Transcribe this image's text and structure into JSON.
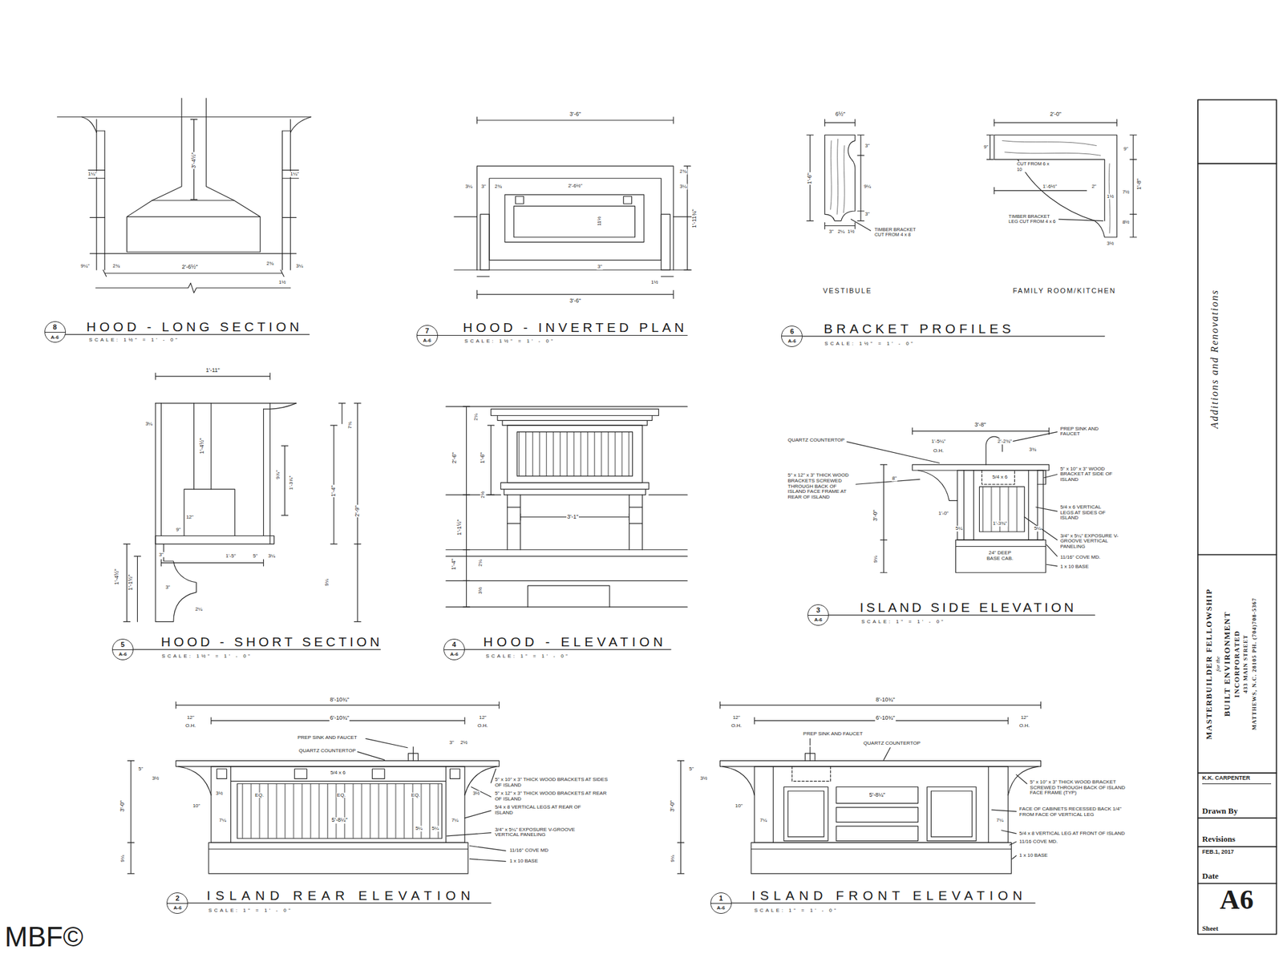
{
  "diagram": {
    "nodes": [
      {
        "text": [
          "8",
          "A-6"
        ]
      },
      {
        "text": [
          "7",
          "A-6"
        ]
      },
      {
        "text": [
          "6",
          "A-6"
        ]
      },
      {
        "text": [
          "5",
          "A-6"
        ]
      },
      {
        "text": [
          "4",
          "A-6"
        ]
      },
      {
        "text": [
          "3",
          "A-6"
        ]
      },
      {
        "text": [
          "2",
          "A-6"
        ]
      },
      {
        "text": [
          "1",
          "A-6"
        ]
      },
      {
        "text": [
          "Additions and Renovations"
        ]
      },
      {
        "text": [
          "MASTERBUILDER FELLOWSHIP",
          "for the",
          "BUILT ENVIRONMENT",
          "INCORPORATED",
          "433 MAIN STREET",
          "MATTHEWS, N.C. 28105 PH. (704)708-5367"
        ]
      },
      {
        "text": [
          "K.K. CARPENTER",
          "Drawn By"
        ]
      },
      {
        "text": [
          "Revisions"
        ]
      },
      {
        "text": [
          "FEB.1, 2017",
          "Date"
        ]
      },
      {
        "text": [
          "A6",
          "Sheet"
        ]
      }
    ],
    "labels": [
      "HOOD - LONG SECTION",
      "SCALE: 1½\" = 1' - 0\"",
      "3'-4½\"",
      "1¼\"",
      "1¼\"",
      "9¼\"",
      "2¾",
      "2'-6½\"",
      "2¾",
      "3¼",
      "1½",
      "HOOD - INVERTED PLAN",
      "SCALE: 1½\" = 1' - 0\"",
      "3'-6\"",
      "2'-6½\"",
      "3¼",
      "3\"",
      "2¾",
      "3¼",
      "2¾",
      "1'-11¾\"",
      "11½",
      "3\"",
      "1½",
      "3'-6\"",
      "BRACKET PROFILES",
      "SCALE: 1½\" = 1' - 0\"",
      "6½\"",
      "1'-6\"",
      "3\"",
      "9¼",
      "3\"",
      "3\"",
      "2¼",
      "1½",
      "TIMBER BRACKET CUT FROM 4 x 8",
      "VESTIBULE",
      "2'-0\"",
      "9\"",
      "CUT FROM 6 x 10",
      "1'-6½\"",
      "2\"",
      "1½",
      "1'-8\"",
      "9\"",
      "7½",
      "8½",
      "3½",
      "TIMBER BRACKET LEG CUT FROM 4 x 6",
      "FAMILY ROOM/KITCHEN",
      "HOOD - SHORT SECTION",
      "SCALE: 1½\" = 1' - 0\"",
      "1'-11\"",
      "3¼",
      "1'-4½\"",
      "7¾",
      "9⅞\"",
      "1'-3⅞\"",
      "1'-4\"",
      "2'-9\"",
      "12\"",
      "9\"",
      "1'-5\"",
      "3\"",
      "5\"",
      "3¼",
      "9¼",
      "1'-4½\"",
      "1'-1½\"",
      "3\"",
      "2¼",
      "HOOD - ELEVATION",
      "SCALE: 1\" = 1' - 0\"",
      "2¼",
      "2'-6\"",
      "1'-6\"",
      "2½",
      "3'-1\"",
      "1'-1½\"",
      "1'-4\"",
      "2¼",
      "3½",
      "ISLAND SIDE ELEVATION",
      "SCALE: 1\" = 1' - 0\"",
      "3'-8\"",
      "1'-5¼\"",
      "O.H.",
      "2'-2¾\"",
      "QUARTZ COUNTERTOP",
      "PREP SINK AND FAUCET",
      "3¾",
      "5\" x 12\" x 3\" THICK WOOD BRACKETS SCREWED THROUGH BACK OF ISLAND FACE FRAME AT REAR OF ISLAND",
      "8\"",
      "5\" x 10\" x 3\" WOOD BRACKET AT SIDE OF ISLAND",
      "5/4 x 6",
      "1'-0\"",
      "3'-0\"",
      "5/4 x 6 VERTICAL LEGS AT SIDES OF ISLAND",
      "5¼",
      "1'-3¾\"",
      "5¼",
      "3/4\" x 5¼\" EXPOSURE V-GROOVE VERTICAL PANELING",
      "24\" DEEP BASE CAB.",
      "11/16\" COVE MD.",
      "1 x 10 BASE",
      "9¼",
      "ISLAND REAR ELEVATION",
      "SCALE: 1\" = 1' - 0\"",
      "8'-10¾\"",
      "12\"",
      "O.H.",
      "6'-10¾\"",
      "12\"",
      "O.H.",
      "PREP SINK AND FAUCET",
      "QUARTZ COUNTERTOP",
      "3\"",
      "2½",
      "5\"",
      "3½",
      "3'-0\"",
      "5/4 x 6",
      "10\"",
      "3½",
      "EQ.",
      "EQ.",
      "EQ.",
      "3½",
      "7¼",
      "5'-8¼\"",
      "7¼",
      "5¼",
      "5¼",
      "9¼",
      "5\" x 10\" x 3\" THICK WOOD BRACKETS AT SIDES OF ISLAND",
      "5\" x 12\" x 3\" THICK WOOD BRACKETS AT REAR OF ISLAND",
      "5/4 x 8 VERTICAL LEGS AT REAR OF ISLAND",
      "3/4\" x 5¼\" EXPOSURE V-GROOVE VERTICAL PANELING",
      "11/16\" COVE MD",
      "1 x 10 BASE",
      "ISLAND FRONT ELEVATION",
      "SCALE: 1\" = 1' - 0\"",
      "8'-10¾\"",
      "12\"",
      "O.H.",
      "6'-10¾\"",
      "12\"",
      "O.H.",
      "PREP SINK AND FAUCET",
      "QUARTZ COUNTERTOP",
      "5\"",
      "3½",
      "3'-0\"",
      "10\"",
      "7¼",
      "5'-8¼\"",
      "7¼",
      "9¼",
      "5\" x 10\" x 3\" THICK WOOD BRACKET SCREWED THROUGH BACK OF ISLAND FACE FRAME (TYP)",
      "FACE OF CABINETS RECESSED BACK 1/4\" FROM FACE OF VERTICAL LEG",
      "5/4 x 8 VERTICAL LEG AT FRONT OF ISLAND",
      "11/16 COVE MD.",
      "1 x 10 BASE",
      "MBF©"
    ]
  }
}
